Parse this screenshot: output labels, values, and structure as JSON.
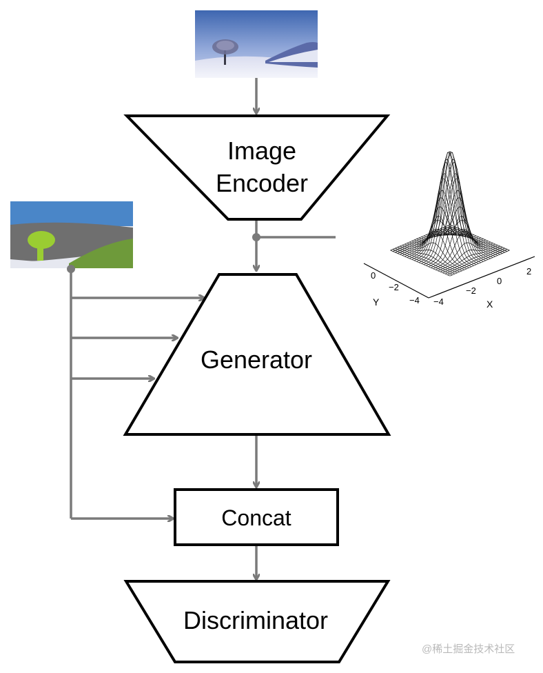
{
  "nodes": {
    "encoder": "Image\nEncoder",
    "generator": "Generator",
    "concat": "Concat",
    "discriminator": "Discriminator"
  },
  "gaussian_plot": {
    "y_ticks": [
      "0",
      "−2",
      "−4"
    ],
    "x_ticks": [
      "−4",
      "−2",
      "0",
      "2"
    ],
    "y_axis": "Y",
    "x_axis": "X"
  },
  "watermark": "@稀土掘金技术社区",
  "colors": {
    "arrow": "#7a7a7a",
    "shape_stroke": "#000000",
    "sky": "#4a86c8",
    "mountain": "#6f6f6f",
    "grass": "#6e9a3a",
    "tree": "#9acd32",
    "snow": "#e6e8f0"
  },
  "icons": {
    "photo": "winter-landscape-photo",
    "segmentation": "semantic-segmentation-map",
    "surface": "gaussian-surface-plot"
  }
}
